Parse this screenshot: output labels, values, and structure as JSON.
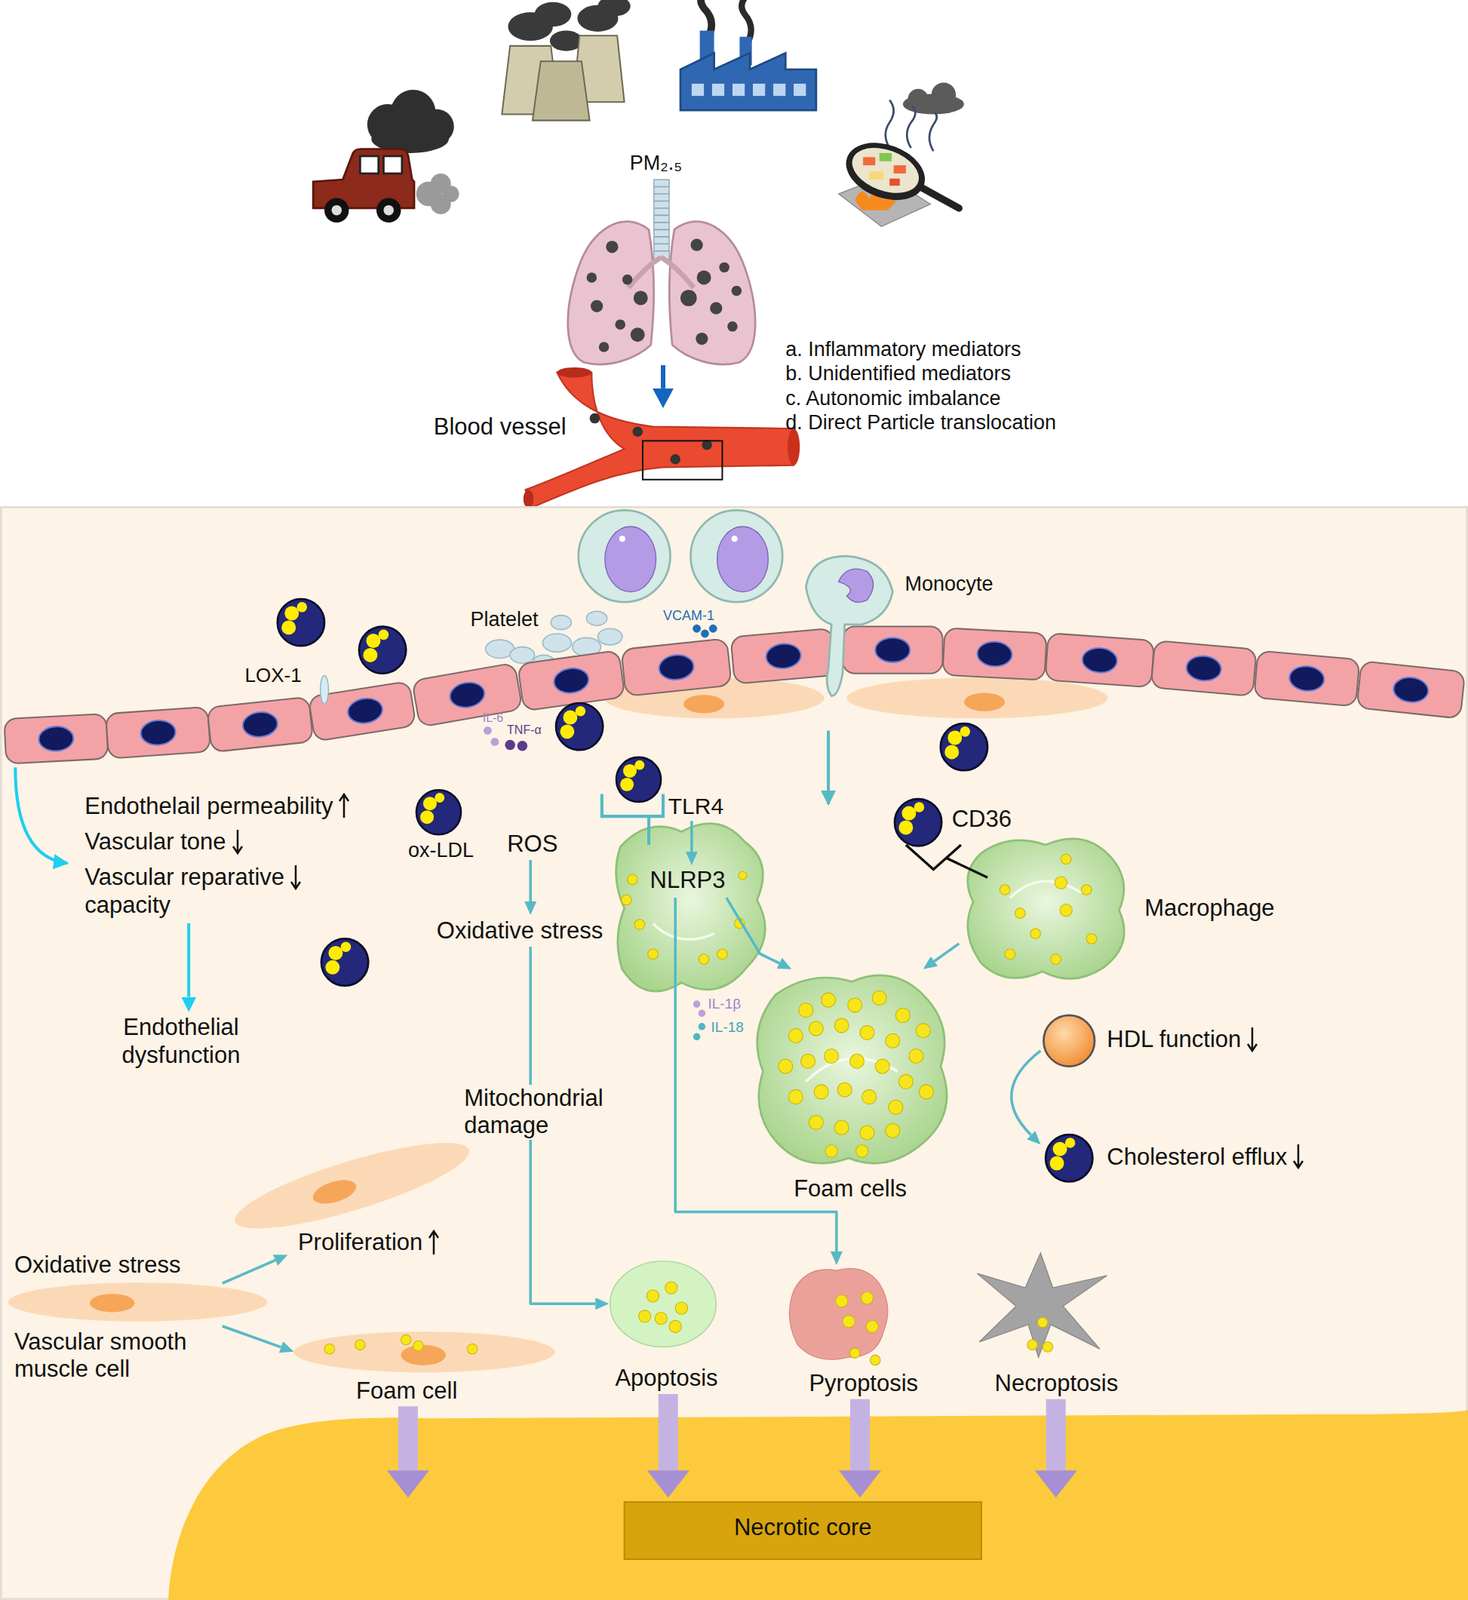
{
  "diagram": {
    "nodes": [
      {
        "text": [
          "PM₂.₅"
        ]
      },
      {
        "text": [
          "Blood vessel"
        ]
      },
      {
        "text": [
          "Monocyte"
        ]
      },
      {
        "text": [
          "Endothelail permeability",
          "Vascular tone",
          "Vascular reparative capacity"
        ]
      },
      {
        "text": [
          "TLR4"
        ]
      },
      {
        "text": [
          "ROS"
        ]
      },
      {
        "text": [
          "NLRP3"
        ]
      },
      {
        "text": [
          "Macrophage"
        ]
      },
      {
        "text": [
          "Oxidative stress"
        ]
      },
      {
        "text": [
          "Endothelial dysfunction"
        ]
      },
      {
        "text": [
          "HDL function"
        ]
      },
      {
        "text": [
          "Cholesterol efflux"
        ]
      },
      {
        "text": [
          "Foam cells"
        ]
      },
      {
        "text": [
          "Proliferation"
        ]
      },
      {
        "text": [
          "Oxidative stress",
          "Vascular smooth muscle cell"
        ]
      },
      {
        "text": [
          "Foam cell"
        ]
      },
      {
        "text": [
          "Apoptosis"
        ]
      },
      {
        "text": [
          "Pyroptosis"
        ]
      },
      {
        "text": [
          "Necroptosis"
        ]
      },
      {
        "text": [
          "Necrotic core"
        ]
      }
    ],
    "edges": [
      {
        "from": 0,
        "to": 1,
        "arrow": "to"
      },
      {
        "from": 3,
        "to": 9,
        "arrow": "to"
      },
      {
        "from": 5,
        "to": 8,
        "arrow": "to"
      },
      {
        "from": 8,
        "to": 16,
        "label": "Mitochondrial damage",
        "arrow": "to"
      },
      {
        "from": 4,
        "to": 6,
        "arrow": "to"
      },
      {
        "from": 6,
        "to": 12,
        "arrow": "to"
      },
      {
        "from": 7,
        "to": 12,
        "arrow": "to"
      },
      {
        "from": 6,
        "to": 17,
        "arrow": "to"
      },
      {
        "from": 10,
        "to": 11,
        "arrow": "to"
      },
      {
        "from": 14,
        "to": 13,
        "arrow": "to"
      },
      {
        "from": 14,
        "to": 15,
        "arrow": "to"
      },
      {
        "from": 15,
        "to": 19,
        "arrow": "to"
      },
      {
        "from": 16,
        "to": 19,
        "arrow": "to"
      },
      {
        "from": 17,
        "to": 19,
        "arrow": "to"
      },
      {
        "from": 18,
        "to": 19,
        "arrow": "to"
      }
    ],
    "labels": [
      "a. Inflammatory mediators",
      "b. Unidentified mediators",
      "c. Autonomic imbalance",
      "d. Direct Particle translocation",
      "Platelet",
      "VCAM-1",
      "LOX-1",
      "IL-6",
      "TNF-α",
      "CD36",
      "ox-LDL",
      "IL-1β",
      "IL-18"
    ]
  }
}
